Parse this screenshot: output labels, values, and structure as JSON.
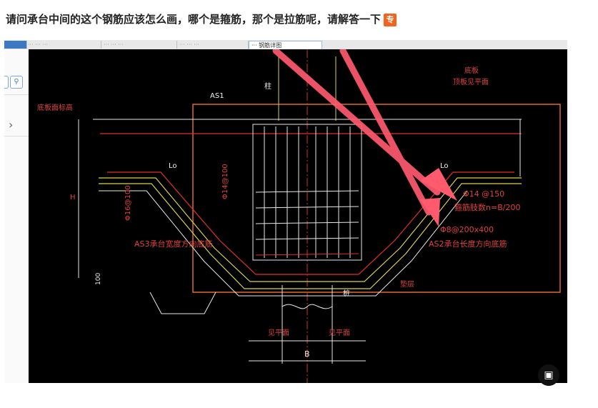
{
  "question": {
    "text": "请问承台中间的这个钢筋应该怎么画，哪个是箍筋，那个是拉筋呢，请解答一下",
    "tag": "专"
  },
  "tabs": [
    {
      "label": "··· ··· ···",
      "active": false
    },
    {
      "label": "··· ··· ···",
      "active": false
    },
    {
      "label": "··· ··· ···",
      "active": false
    },
    {
      "label": "··· 钢筋详图",
      "active": true
    }
  ],
  "left_panel": {
    "search_icon": "search-icon",
    "chevron_icon": "chevron-right-icon"
  },
  "drawing": {
    "labels": {
      "as1": "AS1",
      "zhu": "柱",
      "top_bottom": "底板",
      "top_bottom_sub": "顶板见平面",
      "mark_top_elev": "底板面标高",
      "lo_left": "Lo",
      "lo_right": "Lo",
      "h": "H",
      "phi16": "Φ16@100",
      "phi14_vert": "Φ14@100",
      "phi14": "Φ14 @150",
      "gujin_n": "箍筋肢数n=B/200",
      "phi8": "Φ8@200x400",
      "as2": "AS2承台长度方向底筋",
      "as3": "AS3承台宽度方向底筋",
      "hundred": "100",
      "dianceng": "垫层",
      "zhuang": "桩",
      "dim_left": "见平面",
      "dim_right": "见平面",
      "b": "B"
    }
  },
  "colors": {
    "tag_bg": "#f2641e",
    "outline": "#e06a2a",
    "rebar": "#e8e8e8",
    "rebar_red": "#e03030",
    "annotation_arrow": "#ff5a6e",
    "cad_text": "#e04040",
    "cad_text_white": "#f0f0f0",
    "cad_yellow": "#d7d24a"
  },
  "corner_icon": "image-plus-icon"
}
